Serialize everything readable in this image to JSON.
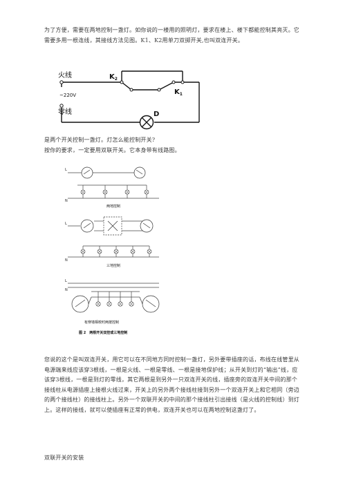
{
  "intro_paragraph": "为了方便，需要在两地控制一盏灯。如你说的一楼用的照明灯，要求在楼上、楼下都能控制其亮灭。它需要多用一根连线，其接线方法见图。K1、K2用单刀双掷开关,也叫双连开关。",
  "diagram1": {
    "live_label": "火线",
    "voltage_label": "~220V",
    "neutral_label": "零线",
    "switch_k2": "K",
    "switch_k2_sub": "2",
    "switch_k1": "K",
    "switch_k1_sub": "1",
    "lamp_label": "D"
  },
  "question_lines": [
    "是两个开关控制一盏灯。灯怎么能控制开关?",
    "按你的要求，一定要用双联开关。它本身带有线路图。"
  ],
  "diagram2": {
    "L": "L",
    "N": "N",
    "caption_two": "两地控制",
    "caption_three": "三地控制",
    "caption_socket": "有穿墙相校时两按控制",
    "figure_caption": "图 2　两根开关双控或三地控制"
  },
  "explanation_paragraph": "您说的这个是叫双连开关，用它可以在不同地方同时控制一盏灯，另外要带插座的话，布线在线管里从电源端来线应该穿3根线，一根是火线、一根是零线、一根是接地保护线；从开关到灯的“输出”线，应该穿3根线，一根是到灯的零线，其它两根是到另外一只双连开关的线，插座旁的双连开关中间的那个接线柱从电源插座上接根火线过来，开关上的另外两个接线柱接到另外一个双连开关上和它相同（旁边的两个接线柱）的接线柱上。另外一个双联开关的中间的那个接线柱引出接线（是火线的控制线）到灯上。这样的接线，就可以使插座有正常的供电，双连开关也可以在两地控制这盏灯了。",
  "section_heading": "双联开关的安装"
}
